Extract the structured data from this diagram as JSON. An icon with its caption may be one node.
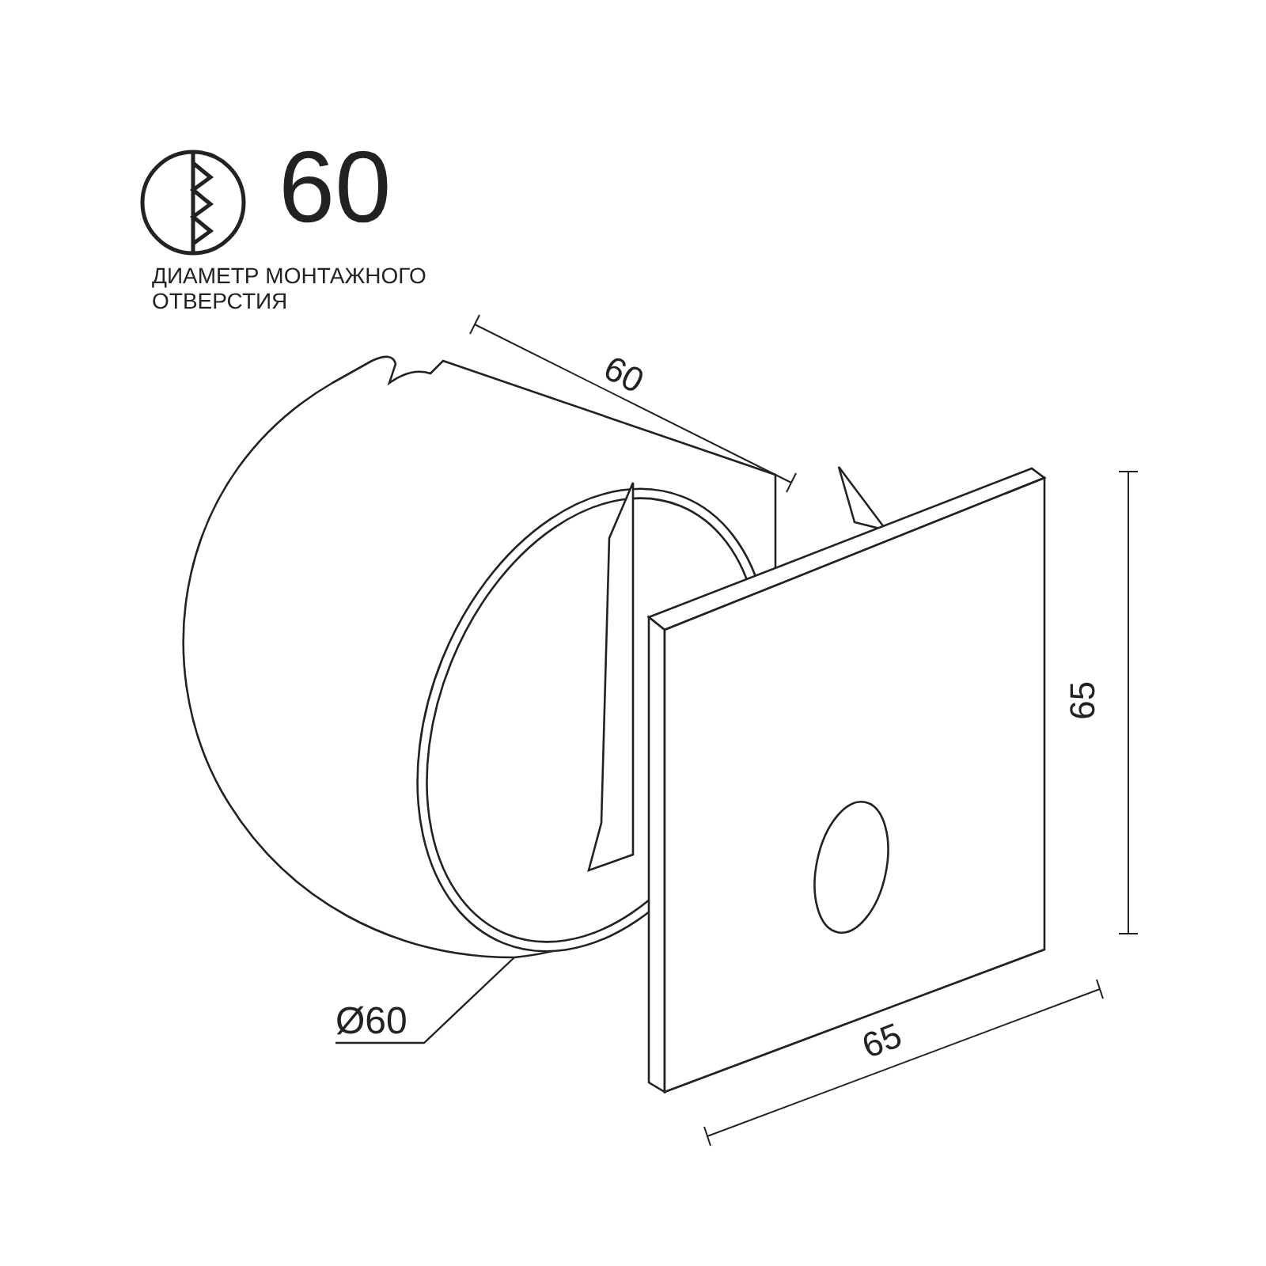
{
  "diagram": {
    "nodes": [
      {
        "text": [
          "Ø60"
        ]
      },
      {
        "text": [],
        "shape": "picture"
      }
    ],
    "edges": [
      {
        "from": 0,
        "to": 1,
        "arrow": "none"
      }
    ],
    "labels": [
      "60",
      "ДИАМЕТР МОНТАЖНОГО ОТВЕРСТИЯ",
      "60",
      "65",
      "65"
    ]
  }
}
